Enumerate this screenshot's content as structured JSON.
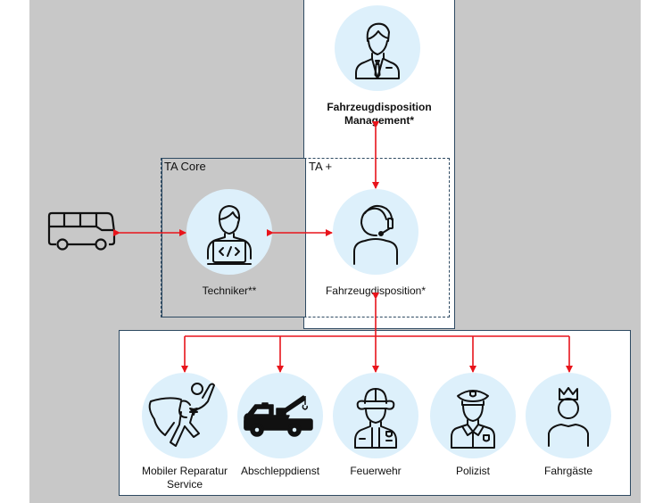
{
  "diagram": {
    "groups": {
      "ta_core": "TA Core",
      "ta_plus": "TA +"
    },
    "nodes": {
      "management": {
        "label_line1": "Fahrzeugdisposition",
        "label_line2": "Management*",
        "icon": "businessman-icon"
      },
      "technician": {
        "label": "Techniker**",
        "icon": "developer-laptop-icon"
      },
      "dispatch": {
        "label": "Fahrzeugdisposition*",
        "icon": "headset-operator-icon"
      },
      "bus": {
        "icon": "bus-icon"
      },
      "mobile_repair": {
        "label_line1": "Mobiler Reparatur",
        "label_line2": "Service",
        "icon": "superhero-icon"
      },
      "towing": {
        "label": "Abschleppdienst",
        "icon": "tow-truck-icon"
      },
      "fire": {
        "label": "Feuerwehr",
        "icon": "firefighter-icon"
      },
      "police": {
        "label": "Polizist",
        "icon": "police-officer-icon"
      },
      "passengers": {
        "label": "Fahrgäste",
        "icon": "crowned-person-icon"
      }
    },
    "colors": {
      "panel_gray": "#c8c8c8",
      "border_blue": "#2e4a62",
      "circle_fill": "#ddf0fb",
      "arrow_red": "#e8141b"
    },
    "connections": [
      {
        "from": "bus",
        "to": "technician",
        "direction": "both"
      },
      {
        "from": "technician",
        "to": "dispatch",
        "direction": "both"
      },
      {
        "from": "management",
        "to": "dispatch",
        "direction": "both"
      },
      {
        "from": "dispatch",
        "to": "mobile_repair",
        "direction": "one-way"
      },
      {
        "from": "dispatch",
        "to": "towing",
        "direction": "one-way"
      },
      {
        "from": "dispatch",
        "to": "fire",
        "direction": "both"
      },
      {
        "from": "dispatch",
        "to": "police",
        "direction": "one-way"
      },
      {
        "from": "dispatch",
        "to": "passengers",
        "direction": "one-way"
      }
    ]
  }
}
